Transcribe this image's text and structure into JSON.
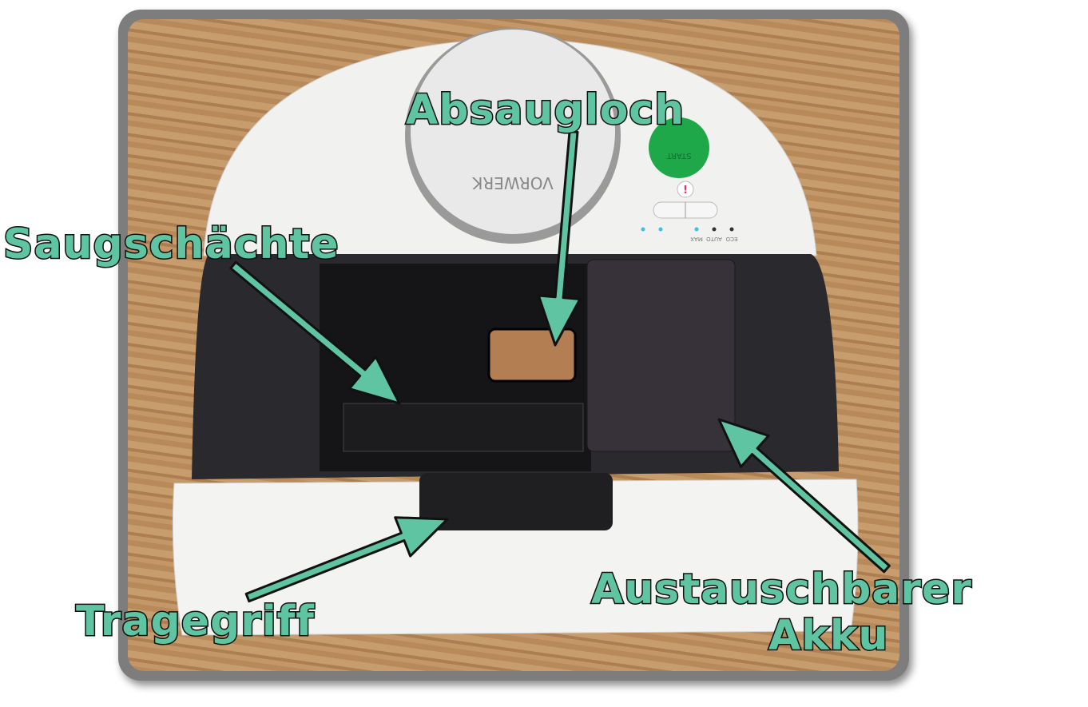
{
  "labels": {
    "suction_hole": "Absaugloch",
    "suction_channels": "Saugschächte",
    "carry_handle": "Tragegriff",
    "battery_line1": "Austauschbarer",
    "battery_line2": "Akku"
  },
  "device_lettering": {
    "brand": "VORWERK",
    "start_button": "START",
    "modes": [
      "MAX",
      "AUTO",
      "ECO"
    ]
  },
  "colors": {
    "label_fill": "#5ec4a2",
    "label_outline": "#111111",
    "start_button": "#1fa84a",
    "wood": "#b88a5a"
  }
}
